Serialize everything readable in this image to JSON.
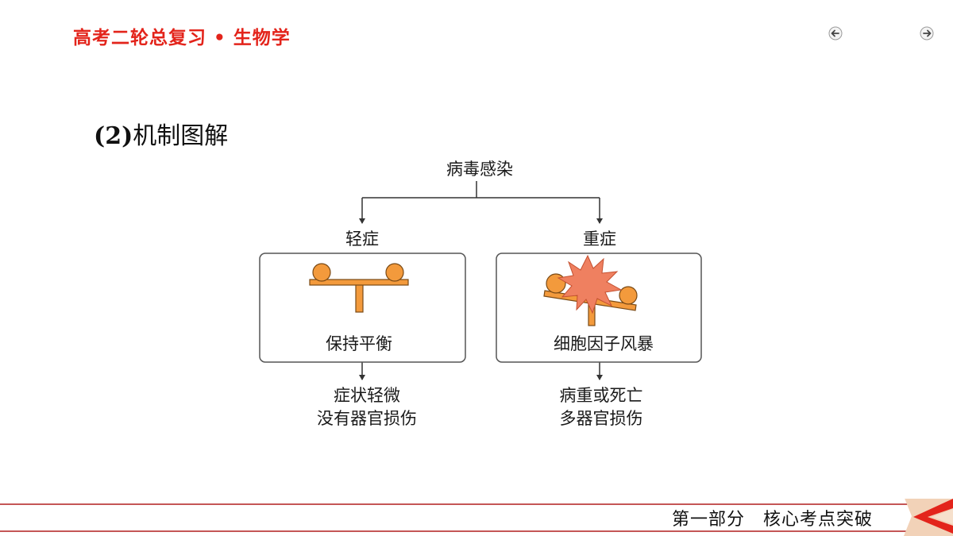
{
  "header": {
    "title": "高考二轮总复习 • 生物学"
  },
  "nav": {
    "prev_icon": "back-arrow-icon",
    "next_icon": "forward-arrow-icon"
  },
  "section": {
    "number": "(2)",
    "title": "机制图解"
  },
  "diagram": {
    "root": "病毒感染",
    "branches": [
      {
        "label": "轻症",
        "box_caption": "保持平衡",
        "illustration": "balanced-seesaw-icon",
        "outcome_line1": "症状轻微",
        "outcome_line2": "没有器官损伤"
      },
      {
        "label": "重症",
        "box_caption": "细胞因子风暴",
        "illustration": "tilted-seesaw-explosion-icon",
        "outcome_line1": "病重或死亡",
        "outcome_line2": "多器官损伤"
      }
    ]
  },
  "footer": {
    "label": "第一部分　核心考点突破"
  },
  "colors": {
    "accent_red": "#e3241b",
    "footer_line": "#b01e1e",
    "orange": "#f39a3c",
    "burst": "#ef8060",
    "box_border": "#555555"
  }
}
